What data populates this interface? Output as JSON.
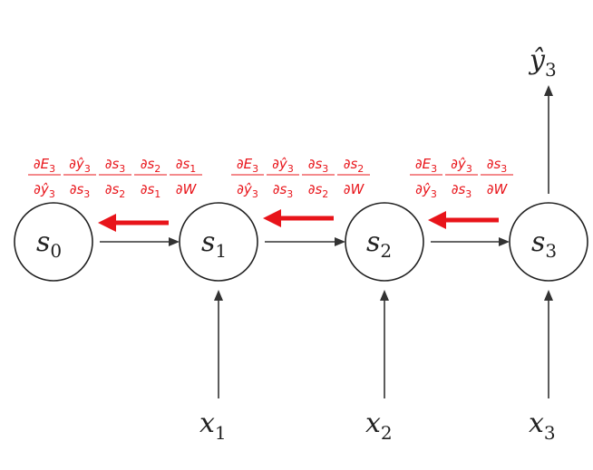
{
  "colors": {
    "ink": "#333333",
    "node_stroke": "#222222",
    "gradient": "#e8141a",
    "background": "#ffffff"
  },
  "nodes": [
    {
      "id": "s0",
      "base": "s",
      "sub": "0"
    },
    {
      "id": "s1",
      "base": "s",
      "sub": "1"
    },
    {
      "id": "s2",
      "base": "s",
      "sub": "2"
    },
    {
      "id": "s3",
      "base": "s",
      "sub": "3"
    }
  ],
  "inputs": [
    {
      "id": "x1",
      "base": "x",
      "sub": "1",
      "target": "s1"
    },
    {
      "id": "x2",
      "base": "x",
      "sub": "2",
      "target": "s2"
    },
    {
      "id": "x3",
      "base": "x",
      "sub": "3",
      "target": "s3"
    }
  ],
  "output": {
    "id": "y3",
    "base": "ŷ",
    "sub": "3",
    "source": "s3"
  },
  "gradient_chains": [
    {
      "id": "chain-s0",
      "fractions": [
        {
          "num": [
            "∂E",
            "3"
          ],
          "den": [
            "∂ŷ",
            "3"
          ]
        },
        {
          "num": [
            "∂ŷ",
            "3"
          ],
          "den": [
            "∂s",
            "3"
          ]
        },
        {
          "num": [
            "∂s",
            "3"
          ],
          "den": [
            "∂s",
            "2"
          ]
        },
        {
          "num": [
            "∂s",
            "2"
          ],
          "den": [
            "∂s",
            "1"
          ]
        },
        {
          "num": [
            "∂s",
            "1"
          ],
          "den": [
            "∂W",
            ""
          ]
        }
      ]
    },
    {
      "id": "chain-s1",
      "fractions": [
        {
          "num": [
            "∂E",
            "3"
          ],
          "den": [
            "∂ŷ",
            "3"
          ]
        },
        {
          "num": [
            "∂ŷ",
            "3"
          ],
          "den": [
            "∂s",
            "3"
          ]
        },
        {
          "num": [
            "∂s",
            "3"
          ],
          "den": [
            "∂s",
            "2"
          ]
        },
        {
          "num": [
            "∂s",
            "2"
          ],
          "den": [
            "∂W",
            ""
          ]
        }
      ]
    },
    {
      "id": "chain-s2",
      "fractions": [
        {
          "num": [
            "∂E",
            "3"
          ],
          "den": [
            "∂ŷ",
            "3"
          ]
        },
        {
          "num": [
            "∂ŷ",
            "3"
          ],
          "den": [
            "∂s",
            "3"
          ]
        },
        {
          "num": [
            "∂s",
            "3"
          ],
          "den": [
            "∂W",
            ""
          ]
        }
      ]
    }
  ]
}
